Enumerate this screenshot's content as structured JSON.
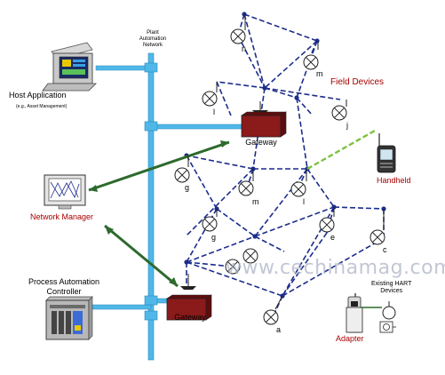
{
  "network_label": "Plant\nAutomation\nNetwork",
  "host_app": {
    "label": "Host Application",
    "sub": "(e.g., Asset Management)"
  },
  "network_manager": {
    "label": "Network Manager"
  },
  "process_controller": {
    "label": "Process Automation\nController"
  },
  "gateway_top": {
    "label": "Gateway"
  },
  "gateway_bottom": {
    "label": "Gateway"
  },
  "field_devices": {
    "label": "Field Devices"
  },
  "handheld": {
    "label": "Handheld"
  },
  "existing_hart": {
    "label": "Existing HART\nDevices"
  },
  "adapter": {
    "label": "Adapter"
  },
  "watermark": "www.cechinamag.com",
  "devices": [
    "n",
    "m",
    "l",
    "j",
    "g",
    "m",
    "l",
    "g",
    "e",
    "c",
    "a"
  ],
  "colors": {
    "blue_bus": "#4fb8e8",
    "mesh_blue": "#1c2d8c",
    "gateway": "#8b1a1a",
    "red_label": "#a80000",
    "green_link": "#2d6a2d",
    "handheld_link": "#7cc242"
  }
}
